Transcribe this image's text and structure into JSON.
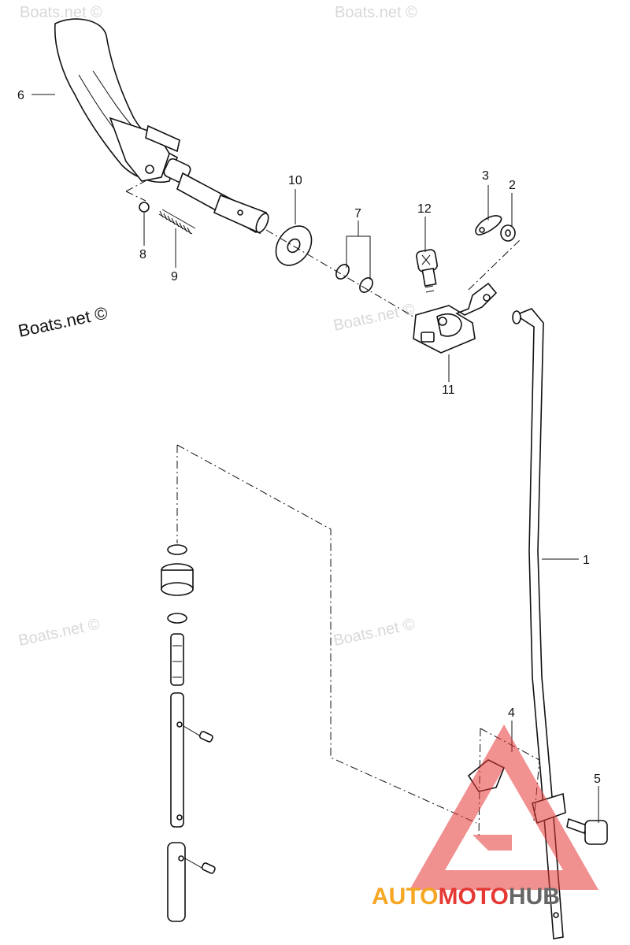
{
  "watermarks": {
    "main": "Boats.net ©",
    "faint": "Boats.net ©"
  },
  "callouts": [
    "1",
    "2",
    "3",
    "4",
    "5",
    "6",
    "7",
    "8",
    "9",
    "10",
    "11",
    "12"
  ],
  "brand": {
    "part1": "AUTO",
    "part2": "MOTO",
    "part3": "HUB",
    "colors": {
      "auto": "#f5a623",
      "moto": "#e53935",
      "hub": "#666666",
      "triangle": "#e53935"
    }
  }
}
